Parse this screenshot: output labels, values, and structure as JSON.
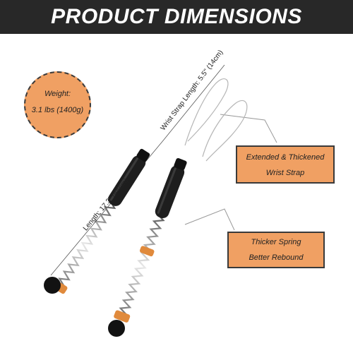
{
  "banner": {
    "title": "PRODUCT DIMENSIONS"
  },
  "weight": {
    "label": "Weight:",
    "value": "3.1 lbs (1400g)"
  },
  "dimensions": {
    "length": "Length: 17.3\" (44cm)",
    "wrist_strap_length": "Wrist Strap Length: 5.5\" (14cm)"
  },
  "callouts": {
    "strap": {
      "line1": "Extended & Thickened",
      "line2": "Wrist Strap"
    },
    "spring": {
      "line1": "Thicker Spring",
      "line2": "Better Rebound"
    }
  },
  "colors": {
    "accent": "#f0a063",
    "banner": "#282828",
    "grip": "#1e1e1e"
  }
}
